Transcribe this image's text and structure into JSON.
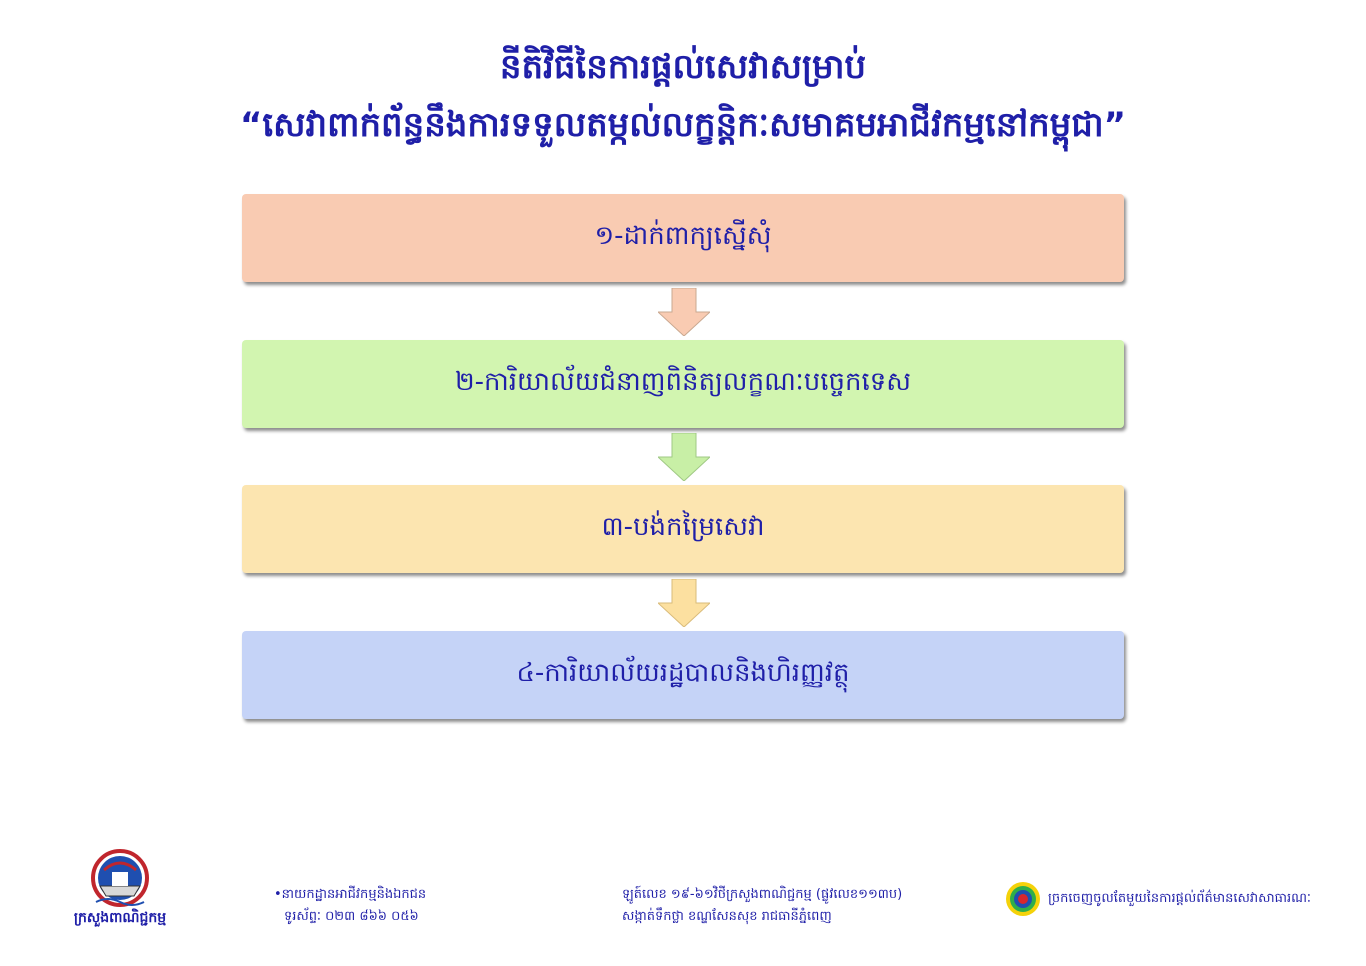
{
  "title": {
    "line1": "នីតិវិធីនៃការផ្តល់សេវាសម្រាប់",
    "line2": "“សេវាពាក់ព័ន្ធនឹងការទទួលតម្កល់លក្ខន្តិកៈសមាគមអាជីវកម្មនៅកម្ពុជា”"
  },
  "steps": [
    {
      "label": "១-ដាក់ពាក្យស្នើសុំ",
      "color": "#f9cbb2"
    },
    {
      "label": "២-ការិយាល័យជំនាញពិនិត្យលក្ខណៈបច្ចេកទេស",
      "color": "#d2f5b0"
    },
    {
      "label": "៣-បង់កម្រៃសេវា",
      "color": "#fce5b0"
    },
    {
      "label": "៤-ការិយាល័យរដ្ឋបាលនិងហិរញ្ញវត្ថុ",
      "color": "#c5d3f7"
    }
  ],
  "arrow_colors": [
    "#f9cbb2",
    "#c8efa6",
    "#fce0a0"
  ],
  "footer": {
    "ministry_name": "ក្រសួងពាណិជ្ជកម្ម",
    "department_line": "•នាយកដ្ឋានអាជីវកម្មនិងឯកជន",
    "phone_line": "ទូរស័ព្ទៈ ០២៣ ៨៦៦ ០៥៦",
    "address_line1": "ឡូត៍លេខ ១៩-៦១វិថីក្រសួងពាណិជ្ជកម្ម (ផ្លូវលេខ១១៣ប)",
    "address_line2": "សង្កាត់ទឹកថ្លា ខណ្ឌសែនសុខ រាជធានីភ្នំពេញ",
    "portal_text": "ច្រកចេញចូលតែមួយនៃការផ្តល់ព័ត៌មានសេវាសាធារណៈ"
  },
  "colors": {
    "text_blue": "#1f1fa8"
  }
}
